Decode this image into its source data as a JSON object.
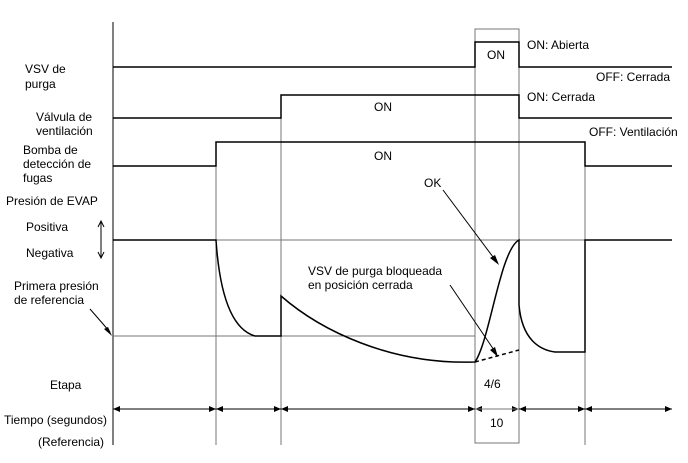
{
  "signals": {
    "vsv_purga": {
      "label_line1": "VSV de",
      "label_line2": "purga",
      "on_text": "ON",
      "on_state": "ON: Abierta",
      "off_state": "OFF: Cerrada"
    },
    "valvula_ventilacion": {
      "label_line1": "Válvula de",
      "label_line2": "ventilación",
      "on_text": "ON",
      "on_state": "ON: Cerrada",
      "off_state": "OFF: Ventilación"
    },
    "bomba_fugas": {
      "label_line1": "Bomba de",
      "label_line2": "detección de",
      "label_line3": "fugas",
      "on_text": "ON"
    }
  },
  "pressure": {
    "label": "Presión de EVAP",
    "positive": "Positiva",
    "negative": "Negativa",
    "reference_line1": "Primera presión",
    "reference_line2": "de referencia",
    "ok_label": "OK",
    "blocked_line1": "VSV de purga bloqueada",
    "blocked_line2": "en posición cerrada"
  },
  "timeline": {
    "stage_label": "Etapa",
    "stage_value": "4/6",
    "time_label": "Tiempo (segundos)",
    "time_value": "10",
    "reference_note": "(Referencia)"
  }
}
